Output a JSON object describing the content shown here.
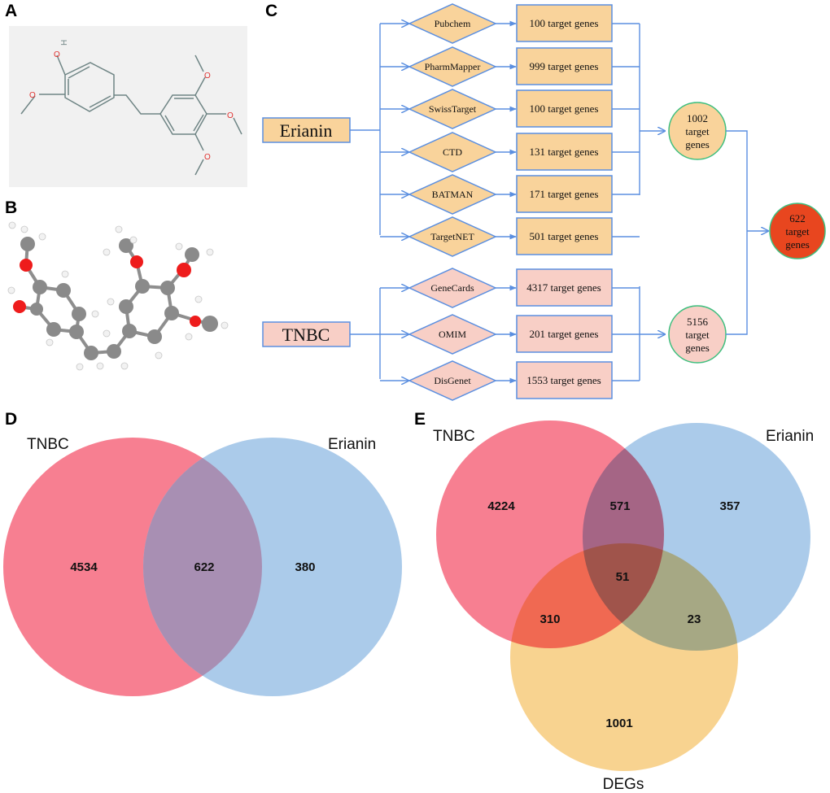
{
  "panels": {
    "A": {
      "label": "A",
      "title": "2D structure",
      "atom_labels": {
        "hydroxyl_h": "H",
        "oxygen": "O"
      }
    },
    "B": {
      "label": "B",
      "title": "3D ball-and-stick model"
    },
    "C": {
      "label": "C",
      "compound": "Erianin",
      "disease": "TNBC",
      "erianin_sources": [
        {
          "db": "Pubchem",
          "result": "100 target genes"
        },
        {
          "db": "PharmMapper",
          "result": "999 target genes"
        },
        {
          "db": "SwissTarget",
          "result": "100 target genes"
        },
        {
          "db": "CTD",
          "result": "131 target genes"
        },
        {
          "db": "BATMAN",
          "result": "171 target genes"
        },
        {
          "db": "TargetNET",
          "result": "501 target genes"
        }
      ],
      "tnbc_sources": [
        {
          "db": "GeneCards",
          "result": "4317 target genes"
        },
        {
          "db": "OMIM",
          "result": "201 target genes"
        },
        {
          "db": "DisGenet",
          "result": "1553 target genes"
        }
      ],
      "erianin_total": {
        "line1": "1002",
        "line2": "target",
        "line3": "genes"
      },
      "tnbc_total": {
        "line1": "5156",
        "line2": "target",
        "line3": "genes"
      },
      "intersection": {
        "line1": "622",
        "line2": "target",
        "line3": "genes"
      },
      "colors": {
        "erianin_fill": "#f9d39b",
        "tnbc_fill": "#f8cfc6",
        "intersection_fill": "#e8461f",
        "border": "#5b8fe0",
        "circle_border": "#3fbf7f"
      }
    },
    "D": {
      "label": "D",
      "sets": [
        "TNBC",
        "Erianin"
      ],
      "regions": {
        "tnbc_only": "4534",
        "both": "622",
        "erianin_only": "380"
      },
      "colors": {
        "TNBC": "#f77f91",
        "Erianin": "#abcbea",
        "overlap": "#a88fb3"
      }
    },
    "E": {
      "label": "E",
      "sets": [
        "TNBC",
        "Erianin",
        "DEGs"
      ],
      "regions": {
        "tnbc_only": "4224",
        "tnbc_erianin": "571",
        "erianin_only": "357",
        "all_three": "51",
        "tnbc_degs": "310",
        "erianin_degs": "23",
        "degs_only": "1001"
      },
      "colors": {
        "TNBC": "#f77f91",
        "Erianin": "#abcbea",
        "DEGs": "#f8cf86"
      }
    }
  },
  "chart_data": [
    {
      "type": "venn",
      "title": "D",
      "sets": [
        "TNBC",
        "Erianin"
      ],
      "values": {
        "TNBC only": 4534,
        "TNBC & Erianin": 622,
        "Erianin only": 380
      }
    },
    {
      "type": "venn",
      "title": "E",
      "sets": [
        "TNBC",
        "Erianin",
        "DEGs"
      ],
      "values": {
        "TNBC only": 4224,
        "TNBC & Erianin": 571,
        "Erianin only": 357,
        "TNBC & Erianin & DEGs": 51,
        "TNBC & DEGs": 310,
        "Erianin & DEGs": 23,
        "DEGs only": 1001
      }
    }
  ]
}
